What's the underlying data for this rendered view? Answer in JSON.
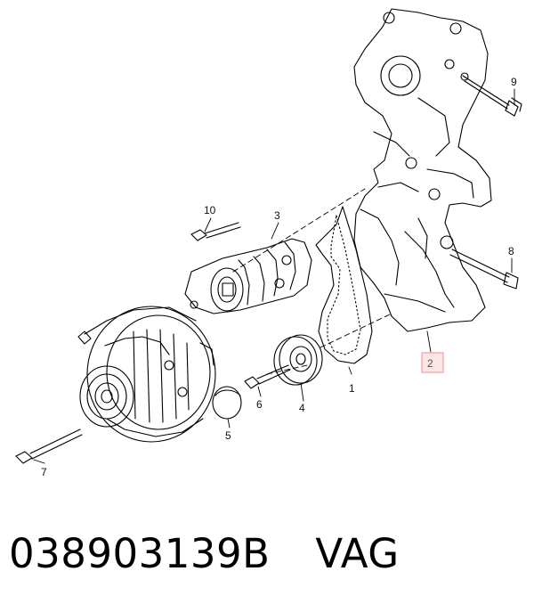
{
  "diagram": {
    "callouts": [
      "1",
      "2",
      "3",
      "4",
      "5",
      "6",
      "7",
      "8",
      "9",
      "10"
    ],
    "highlighted_callout": "2",
    "highlight_color": "#f2a0a0",
    "line_color": "#000000"
  },
  "caption": {
    "part_number": "038903139B",
    "brand": "VAG"
  }
}
